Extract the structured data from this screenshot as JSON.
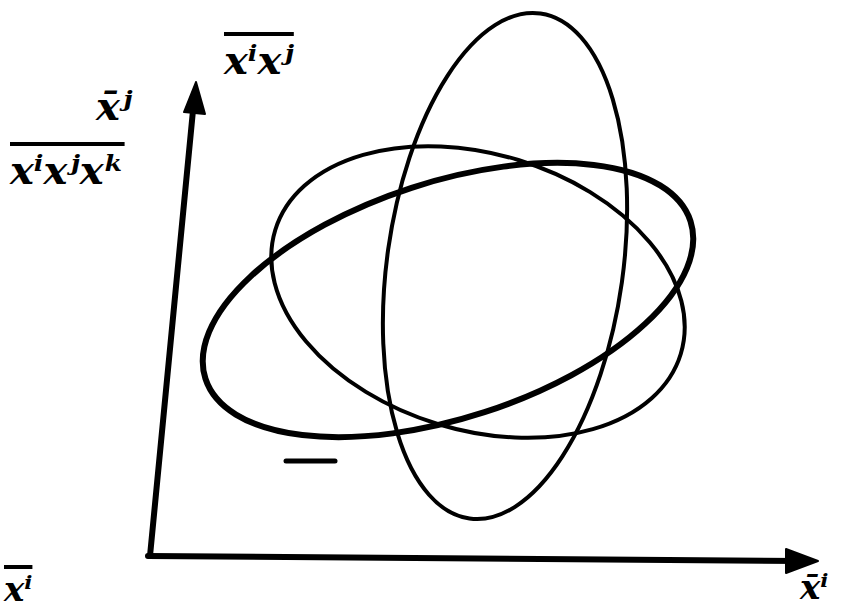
{
  "diagram": {
    "labels": [
      "x̄ʲ",
      "xⁱxʲ",
      "xⁱxʲxᵏ",
      "xⁱ",
      "x̄ⁱ"
    ]
  }
}
